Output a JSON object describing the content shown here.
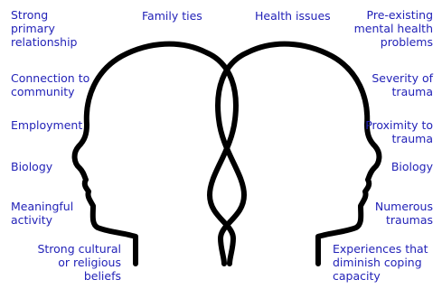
{
  "diagram": {
    "top_labels": [
      "Family ties",
      "Health issues"
    ],
    "left_labels": [
      "Strong\nprimary\nrelationship",
      "Connection to\ncommunity",
      "Employment",
      "Biology",
      "Meaningful\nactivity",
      "Strong cultural\nor religious\nbeliefs"
    ],
    "right_labels": [
      "Pre-existing\nmental health\nproblems",
      "Severity of\ntrauma",
      "Proximity to\ntrauma",
      "Biology",
      "Numerous\ntraumas",
      "Experiences that\ndiminish coping\ncapacity"
    ],
    "colors": {
      "label_text": "#2323b8",
      "outline": "#000000"
    }
  }
}
